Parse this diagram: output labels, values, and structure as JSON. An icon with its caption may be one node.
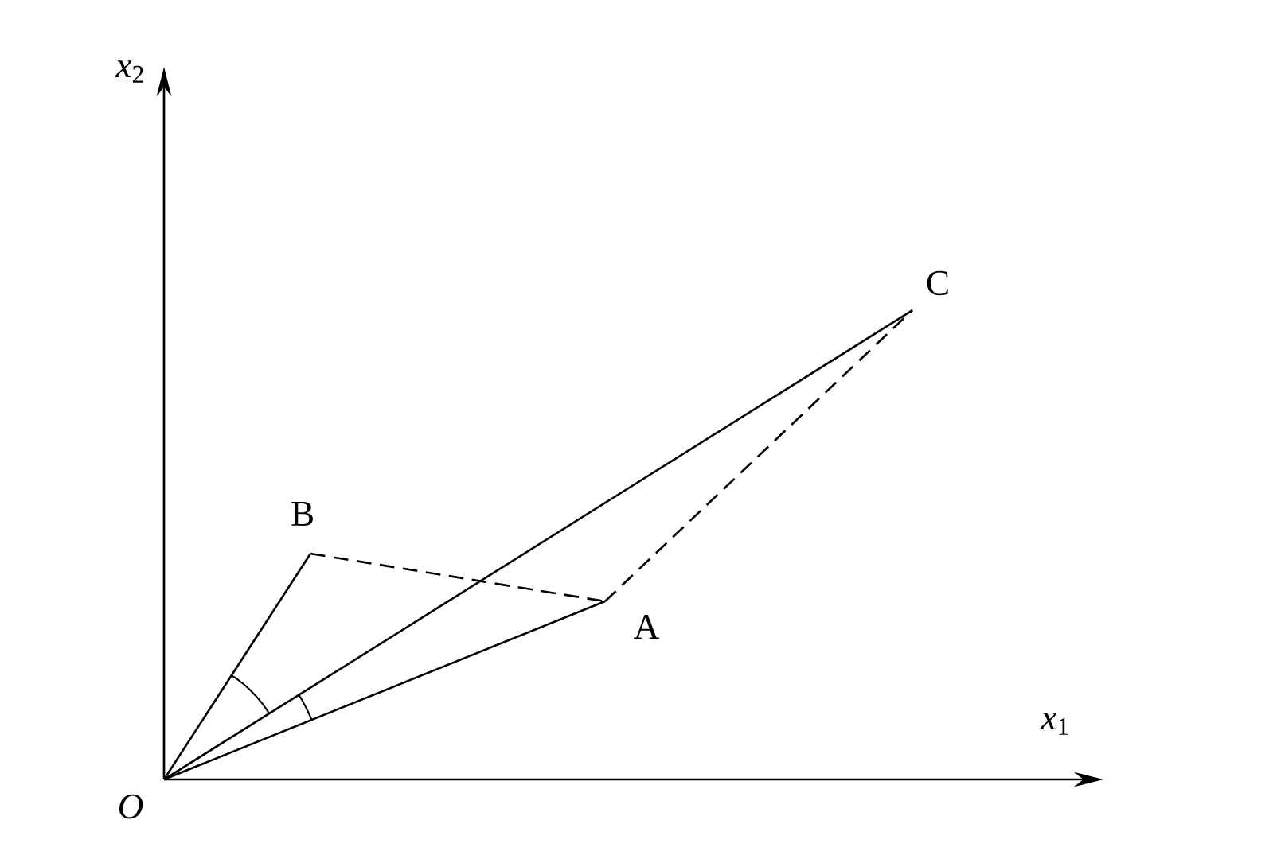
{
  "diagram": {
    "nodes": [
      {
        "text": [
          "O"
        ]
      },
      {
        "text": [
          "A"
        ]
      },
      {
        "text": [
          "B"
        ]
      },
      {
        "text": [
          "C"
        ]
      }
    ],
    "edges": [
      {
        "from": 0,
        "to": 1,
        "arrow": "none"
      },
      {
        "from": 0,
        "to": 2,
        "arrow": "none"
      },
      {
        "from": 0,
        "to": 3,
        "arrow": "none"
      },
      {
        "from": 2,
        "to": 1,
        "arrow": "none",
        "style": "dashed"
      },
      {
        "from": 1,
        "to": 3,
        "arrow": "none",
        "style": "dashed"
      }
    ],
    "labels": [
      "*x*$_{2}$",
      "*x*$_{1}$"
    ]
  }
}
